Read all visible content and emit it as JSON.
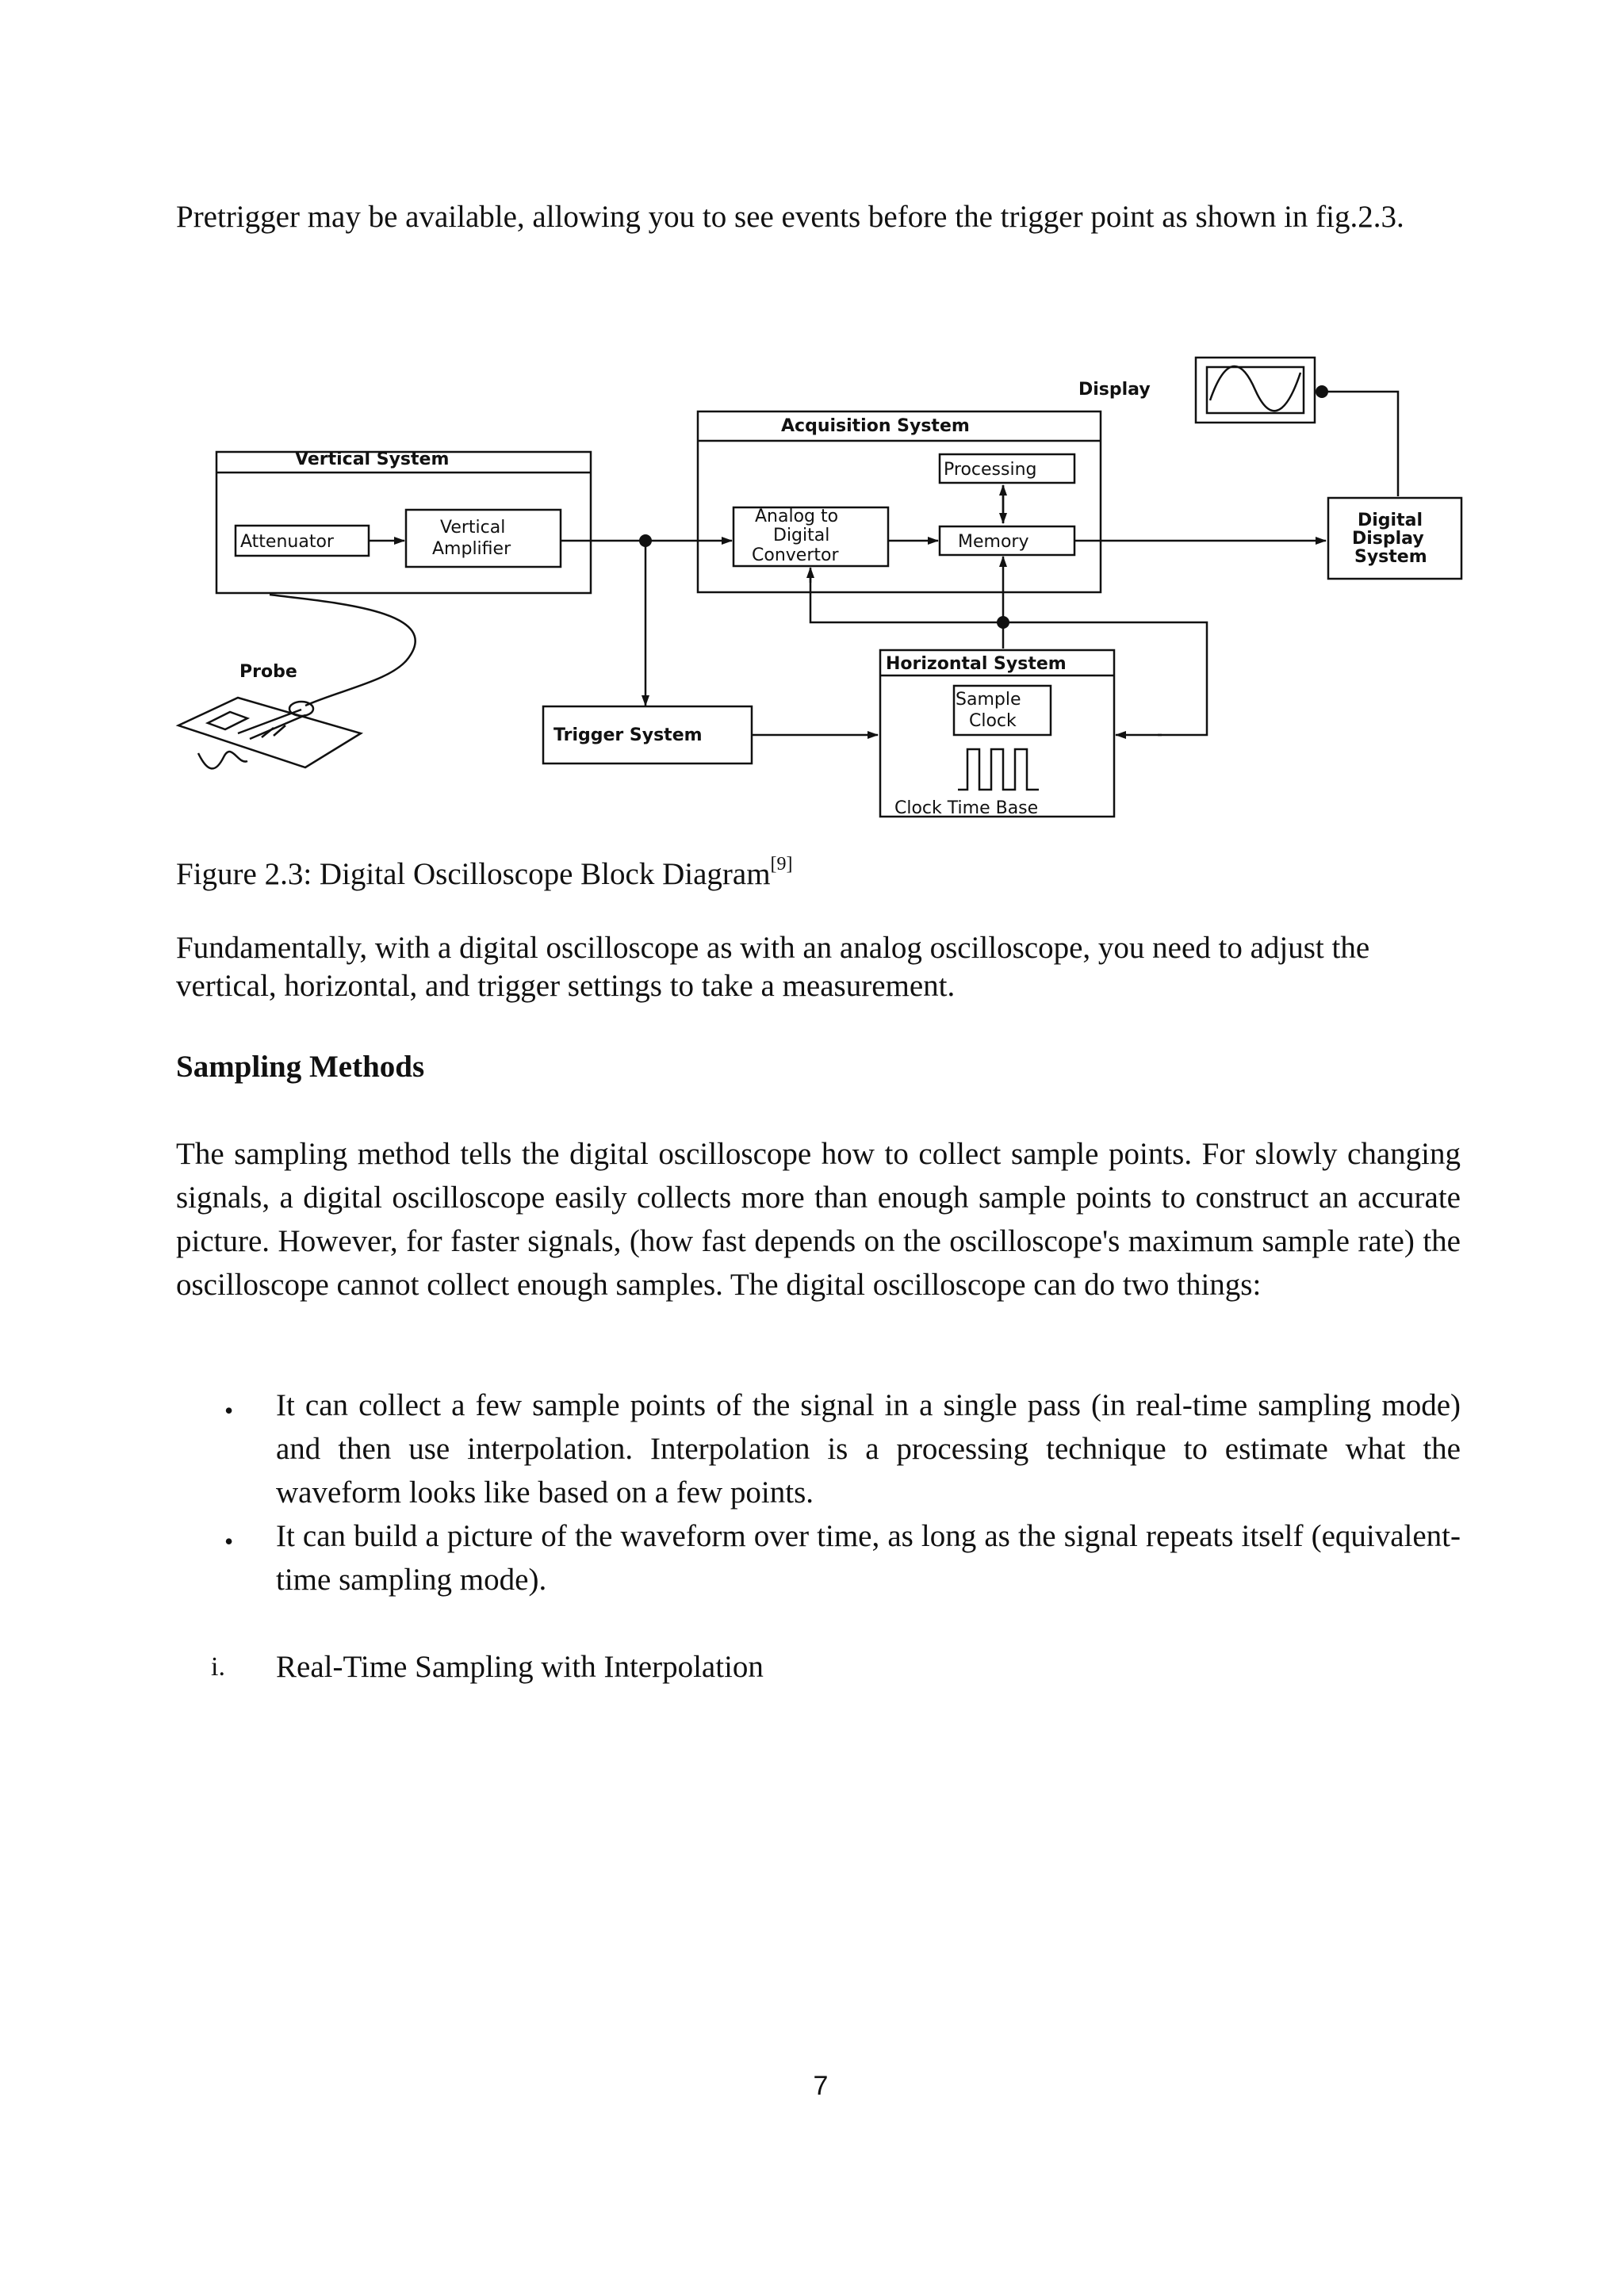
{
  "document": {
    "intro_paragraph": "Pretrigger may be available, allowing you to see events before the trigger point as shown in fig.2.3.",
    "figure": {
      "caption": "Figure 2.3: Digital Oscilloscope Block Diagram",
      "caption_ref": "[9]",
      "labels": {
        "display": "Display",
        "acquisition_system": "Acquisition System",
        "vertical_system": "Vertical System",
        "processing": "Processing",
        "attenuator": "Attenuator",
        "vertical_amplifier_1": "Vertical",
        "vertical_amplifier_2": "Amplifier",
        "adc_1": "Analog to",
        "adc_2": "Digital",
        "adc_3": "Convertor",
        "memory": "Memory",
        "digital_display_1": "Digital",
        "digital_display_2": "Display",
        "digital_display_3": "System",
        "probe": "Probe",
        "horizontal_system": "Horizontal System",
        "sample_clock_1": "Sample",
        "sample_clock_2": "Clock",
        "trigger_system": "Trigger System",
        "clock_time_base": "Clock Time Base"
      }
    },
    "paragraph_2": "Fundamentally, with a digital oscilloscope as with an analog oscilloscope, you need to adjust the vertical, horizontal, and trigger settings to take a measurement.",
    "heading": "Sampling Methods",
    "paragraph_3": "The sampling method tells the digital oscilloscope how to collect sample points. For slowly changing signals, a digital oscilloscope easily collects more than enough sample points to construct an accurate picture. However, for faster signals, (how fast depends on the oscilloscope's maximum sample rate) the oscilloscope cannot collect enough samples. The digital oscilloscope can do two things:",
    "bullets": [
      "It can collect a few sample points of the signal in a single pass (in real-time sampling mode) and then use interpolation. Interpolation is a processing technique to estimate what the waveform looks like based on a few points.",
      "It can build a picture of the waveform over time, as long as the signal repeats itself (equivalent-time sampling mode)."
    ],
    "bullet_marker": "•",
    "subsection": {
      "number": "i.",
      "title": "Real-Time Sampling with Interpolation"
    },
    "page_number": "7"
  }
}
